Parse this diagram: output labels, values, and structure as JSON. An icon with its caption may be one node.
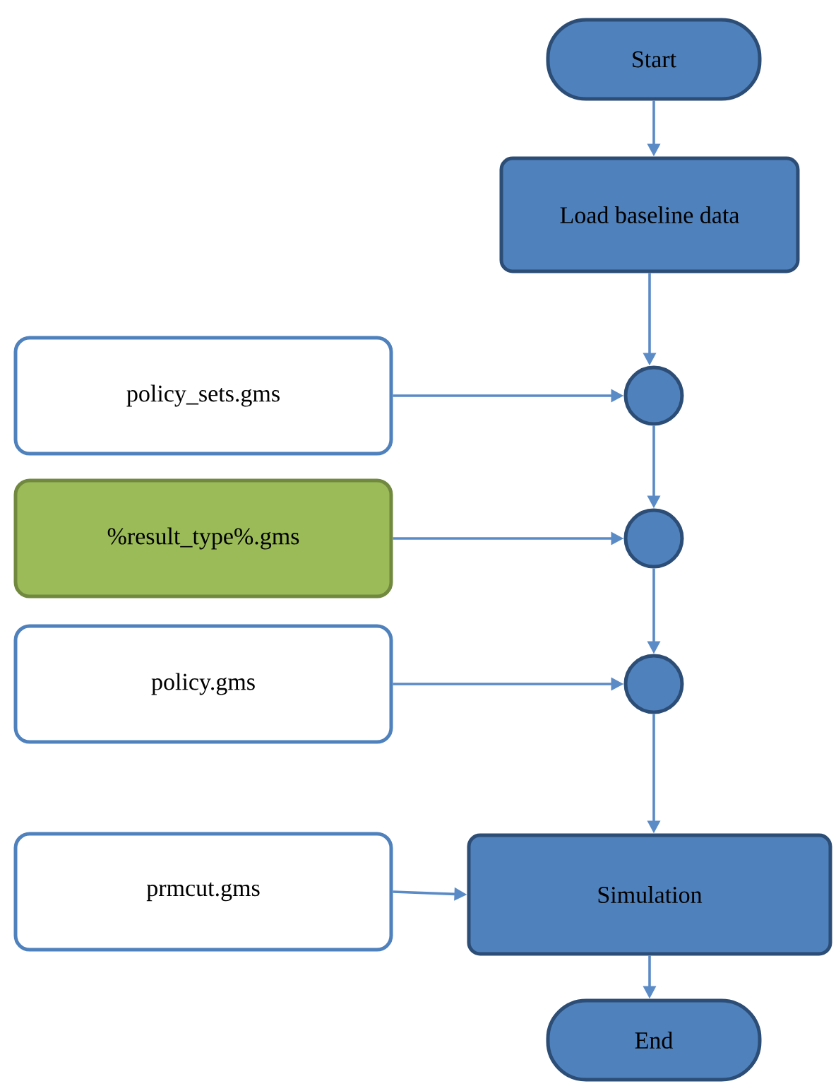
{
  "diagram": {
    "nodes": [
      {
        "text": [
          "Start"
        ]
      },
      {
        "text": [
          "Load baseline data"
        ]
      },
      {
        "text": [
          "policy_sets.gms"
        ]
      },
      {
        "text": [],
        "shape": "circle"
      },
      {
        "text": [
          "%result_type%.gms"
        ]
      },
      {
        "text": [],
        "shape": "circle"
      },
      {
        "text": [
          "policy.gms"
        ]
      },
      {
        "text": [],
        "shape": "circle"
      },
      {
        "text": [
          "prmcut.gms"
        ]
      },
      {
        "text": [
          "Simulation"
        ]
      },
      {
        "text": [
          "End"
        ]
      }
    ],
    "edges": [
      {
        "from": 0,
        "to": 1,
        "arrow": "to"
      },
      {
        "from": 1,
        "to": 3,
        "arrow": "to"
      },
      {
        "from": 2,
        "to": 3,
        "arrow": "to"
      },
      {
        "from": 3,
        "to": 5,
        "arrow": "to"
      },
      {
        "from": 4,
        "to": 5,
        "arrow": "to"
      },
      {
        "from": 5,
        "to": 7,
        "arrow": "to"
      },
      {
        "from": 6,
        "to": 7,
        "arrow": "to"
      },
      {
        "from": 7,
        "to": 9,
        "arrow": "to"
      },
      {
        "from": 8,
        "to": 9,
        "arrow": "to"
      },
      {
        "from": 9,
        "to": 10,
        "arrow": "to"
      }
    ]
  }
}
